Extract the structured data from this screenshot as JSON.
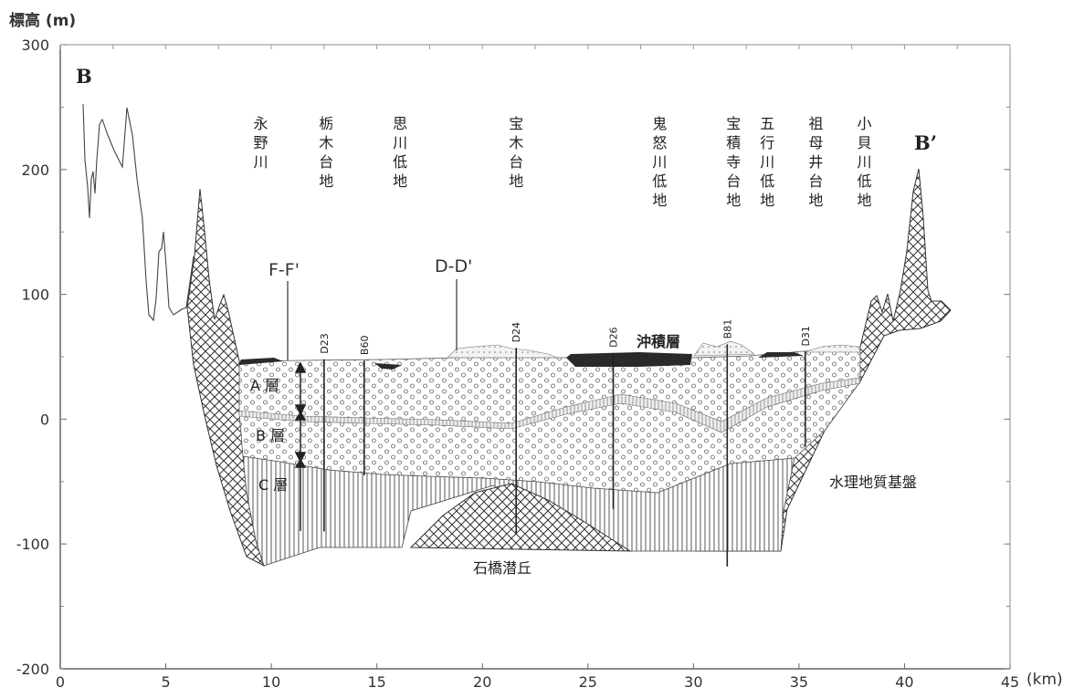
{
  "chart_data": {
    "type": "cross-section",
    "ylabel": "標高 (m)",
    "xunit": "(km)",
    "xlim": [
      0,
      45
    ],
    "ylim": [
      -200,
      300
    ],
    "xticks": [
      "0",
      "5",
      "10",
      "15",
      "20",
      "25",
      "30",
      "35",
      "40",
      "45"
    ],
    "yticks": [
      "300",
      "200",
      "100",
      "0",
      "-100",
      "-200"
    ],
    "endpoints": {
      "left": "B",
      "right": "B’"
    },
    "regions": [
      {
        "x": 9.5,
        "text": "永野川"
      },
      {
        "x": 12.6,
        "text": "栃木台地"
      },
      {
        "x": 16.1,
        "text": "思川低地"
      },
      {
        "x": 21.6,
        "text": "宝木台地"
      },
      {
        "x": 28.4,
        "text": "鬼怒川低地"
      },
      {
        "x": 31.9,
        "text": "宝積寺台地"
      },
      {
        "x": 33.5,
        "text": "五行川低地"
      },
      {
        "x": 35.8,
        "text": "祖母井台地"
      },
      {
        "x": 38.1,
        "text": "小貝川低地"
      }
    ],
    "cross_sections": [
      {
        "x": 10.8,
        "text": "F-F'"
      },
      {
        "x": 19.2,
        "text": "D-D'"
      }
    ],
    "boreholes": [
      {
        "name": "D23",
        "x": 12.5,
        "top": 48,
        "bottom": -90
      },
      {
        "name": "B60",
        "x": 14.4,
        "top": 47,
        "bottom": -45
      },
      {
        "name": "D24",
        "x": 21.6,
        "top": 57,
        "bottom": -92
      },
      {
        "name": "D26",
        "x": 26.2,
        "top": 53,
        "bottom": -72
      },
      {
        "name": "B81",
        "x": 31.6,
        "top": 60,
        "bottom": -118
      },
      {
        "name": "D31",
        "x": 35.3,
        "top": 54,
        "bottom": -22
      }
    ],
    "layers": {
      "alluvium": "沖積層",
      "a": "A 層",
      "b": "B 層",
      "c": "C 層",
      "basement": "水理地質基盤",
      "buried_hill": "石橋潜丘"
    }
  }
}
